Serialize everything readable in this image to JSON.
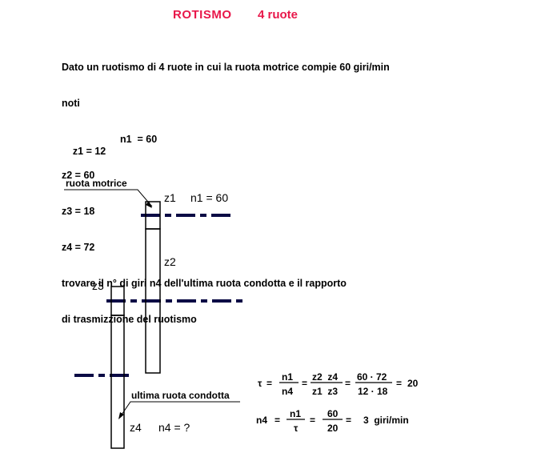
{
  "title": {
    "main": "ROTISMO",
    "sub": "4 ruote",
    "color": "#e8174a"
  },
  "problem": {
    "intro": "Dato un ruotismo di 4 ruote in cui la ruota motrice compie 60 giri/min",
    "noti": "noti",
    "z1": "z1 = 12",
    "n1": "n1  = 60",
    "z2": "z2 = 60",
    "z3": "z3 = 18",
    "z4": "z4 = 72",
    "find_1": "trovare il n° di giri n4 dell'ultima ruota condotta e il rapporto",
    "find_2": "di trasmizzione del ruotismo"
  },
  "diagram": {
    "label_motrice": "ruota  motrice",
    "label_condotta": "ultima ruota condotta",
    "z1": "z1",
    "n1_eq": "n1 = 60",
    "z2": "z2",
    "z3": "z3",
    "z4": "z4",
    "n4_eq": "n4 = ?",
    "axis_color": "#0b0b45"
  },
  "formulas": {
    "tau": "τ",
    "eq": "=",
    "n1": "n1",
    "n4": "n4",
    "z2z4": "z2  z4",
    "z1z3": "z1  z3",
    "num_vals": "60 · 72",
    "den_vals": "12 · 18",
    "tau_result": "20",
    "n4_lhs": "n4",
    "n1_b": "n1",
    "tau_b": "τ",
    "num2": "60",
    "den2": "20",
    "n4_result": "3  giri/min"
  }
}
